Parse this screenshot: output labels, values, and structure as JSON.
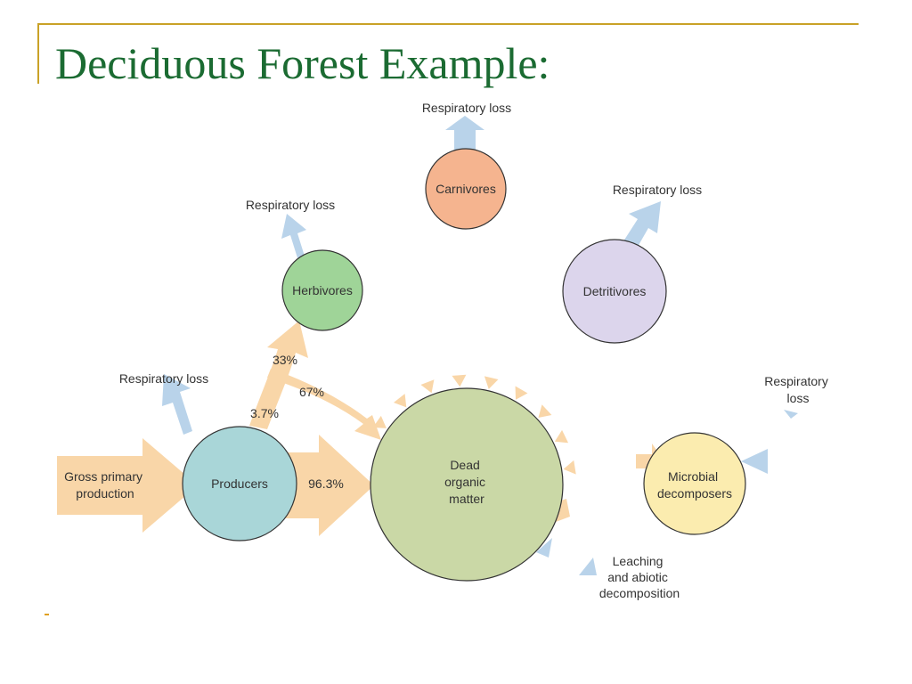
{
  "slide": {
    "title": "Deciduous Forest Example:"
  },
  "diagram": {
    "nodes": {
      "producers": "Producers",
      "herbivores": "Herbivores",
      "carnivores": "Carnivores",
      "detritivores": "Detritivores",
      "dead_organic_matter": [
        "Dead",
        "organic",
        "matter"
      ],
      "microbial_decomposers": [
        "Microbial",
        "decomposers"
      ]
    },
    "inputs": {
      "gross_primary_production": [
        "Gross primary",
        "production"
      ]
    },
    "flows": {
      "producers_respiration_pct": "3.7%",
      "producers_to_dead_organic_pct": "96.3%",
      "to_herbivores_pct": "33%",
      "to_dead_organic_pct": "67%"
    },
    "losses": {
      "respiratory_loss": "Respiratory loss",
      "respiratory_loss_split": [
        "Respiratory",
        "loss"
      ],
      "leaching": [
        "Leaching",
        "and abiotic",
        "decomposition"
      ]
    },
    "colors": {
      "title": "#1b6b32",
      "frame": "#c9a227",
      "energy_flow": "#f9d6a8",
      "respiratory_arrow": "#b9d3ea",
      "producers": "#a9d6d8",
      "herbivores": "#9fd498",
      "carnivores": "#f5b48f",
      "detritivores": "#dcd5ec",
      "dead_organic_matter": "#cad8a6",
      "microbial_decomposers": "#fbecaf"
    }
  }
}
